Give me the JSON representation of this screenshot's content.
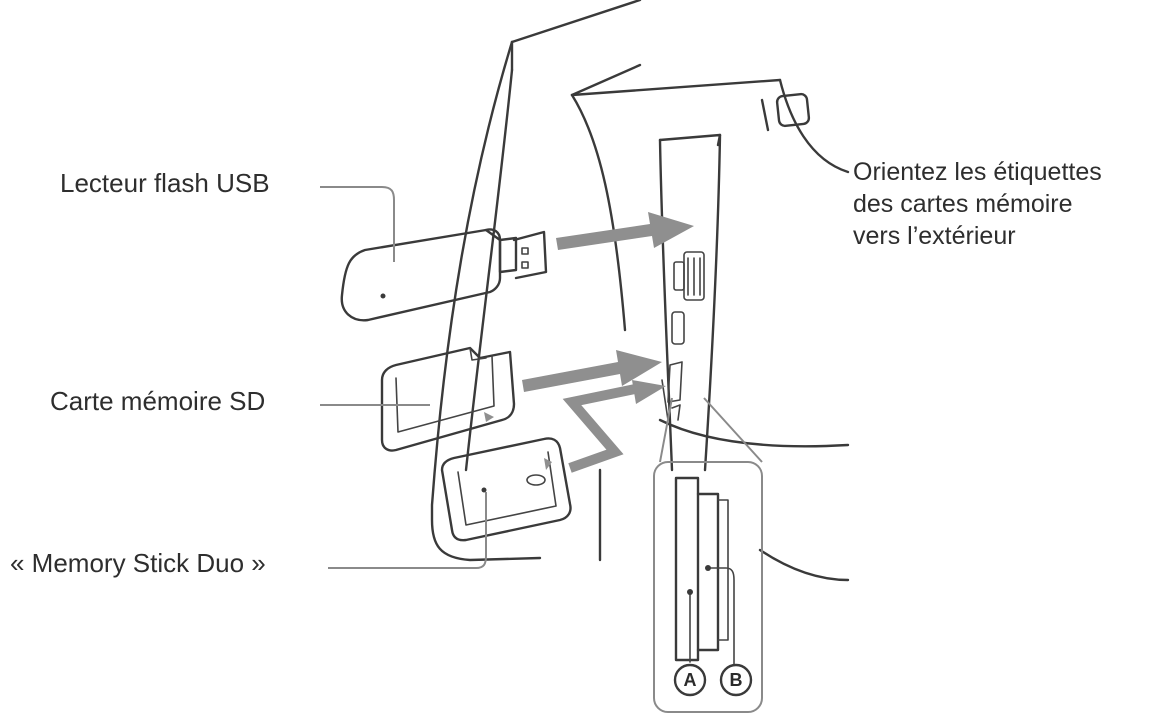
{
  "labels": {
    "usb_flash_drive": "Lecteur flash USB",
    "sd_card": "Carte mémoire SD",
    "memory_stick_duo": "« Memory Stick Duo »"
  },
  "note": {
    "lines": [
      "Orientez les étiquettes",
      "des cartes mémoire",
      "vers l’extérieur"
    ]
  },
  "callouts": {
    "slot_a": "A",
    "slot_b": "B"
  },
  "colors": {
    "line": "#3a3a3a",
    "arrow": "#8f8f8f",
    "text": "#2e2e2e"
  }
}
